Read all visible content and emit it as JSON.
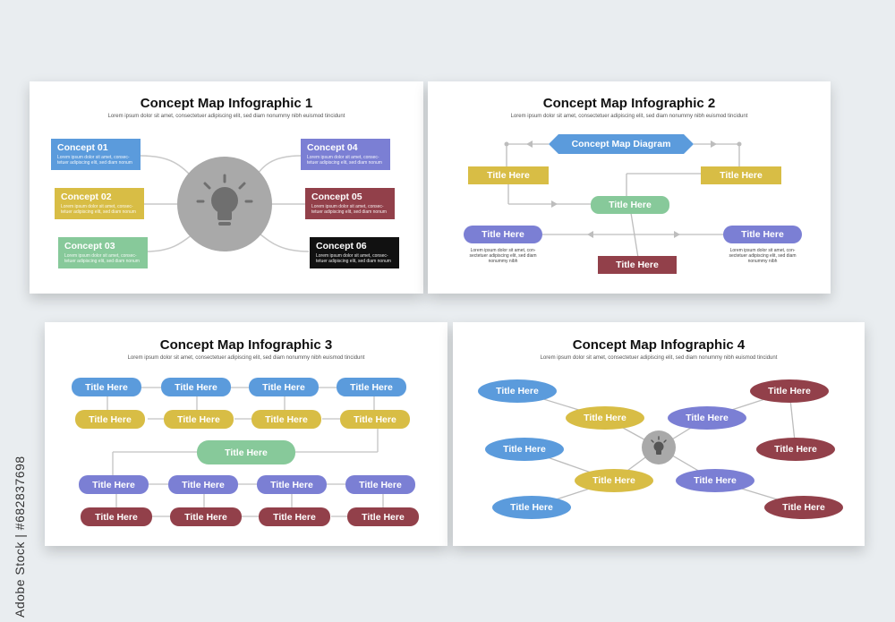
{
  "slide1": {
    "title": "Concept Map Infographic 1",
    "subtitle": "Lorem ipsum dolor sit amet, consectetuer adipiscing elit, sed diam nonummy nibh euismod tincidunt",
    "concepts": [
      {
        "label": "Concept 01",
        "desc": "Lorem ipsum dolor sit amet, consec- tetuer adipiscing elit, sed diam nonum"
      },
      {
        "label": "Concept 02",
        "desc": "Lorem ipsum dolor sit amet, consec- tetuer adipiscing elit, sed diam nonum"
      },
      {
        "label": "Concept 03",
        "desc": "Lorem ipsum dolor sit amet, consec- tetuer adipiscing elit, sed diam nonum"
      },
      {
        "label": "Concept 04",
        "desc": "Lorem ipsum dolor sit amet, consec- tetuer adipiscing elit, sed diam nonum"
      },
      {
        "label": "Concept 05",
        "desc": "Lorem ipsum dolor sit amet, consec- tetuer adipiscing elit, sed diam nonum"
      },
      {
        "label": "Concept 06",
        "desc": "Lorem ipsum dolor sit amet, consec- tetuer adipiscing elit, sed diam nonum"
      }
    ],
    "center_icon": "lightbulb-icon"
  },
  "slide2": {
    "title": "Concept Map Infographic 2",
    "subtitle": "Lorem ipsum dolor sit amet, consectetuer adipiscing elit, sed diam nonummy nibh euismod tincidunt",
    "diagram_label": "Concept Map Diagram",
    "nodes": [
      "Title Here",
      "Title Here",
      "Title Here",
      "Title Here",
      "Title Here",
      "Title Here"
    ],
    "note_left": "Lorem ipsum dolor sit amet, con- sectetuer adipiscing elit, sed diam nonummy nibh",
    "note_right": "Lorem ipsum dolor sit amet, con- sectetuer adipiscing elit, sed diam nonummy nibh"
  },
  "slide3": {
    "title": "Concept Map Infographic 3",
    "subtitle": "Lorem ipsum dolor sit amet, consectetuer adipiscing elit, sed diam nonummy nibh euismod tincidunt",
    "node_label": "Title Here"
  },
  "slide4": {
    "title": "Concept Map Infographic 4",
    "subtitle": "Lorem ipsum dolor sit amet, consectetuer adipiscing elit, sed diam nonummy nibh euismod tincidunt",
    "node_label": "Title Here",
    "center_icon": "lightbulb-icon"
  },
  "side_text": "Adobe Stock | #682837698",
  "colors": {
    "blue": "#5b9bdc",
    "yellow": "#d8bd45",
    "green": "#87c99a",
    "purple": "#7b7fd4",
    "red": "#92404a",
    "black": "#111111"
  }
}
